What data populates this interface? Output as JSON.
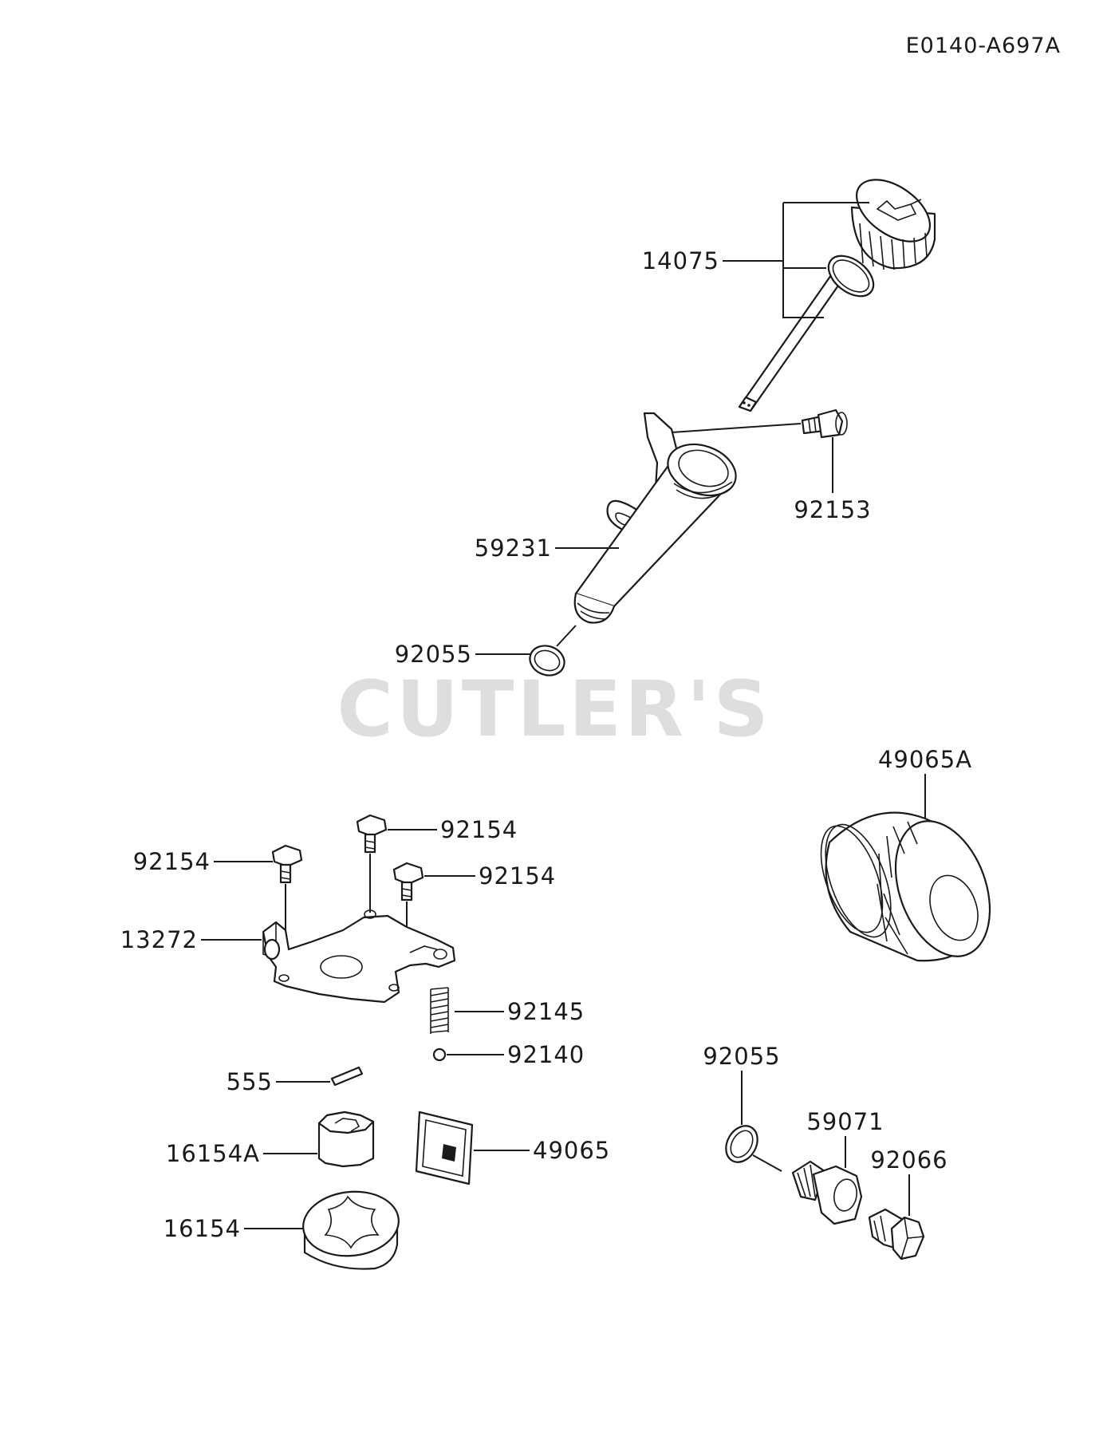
{
  "diagram_ref": "E0140-A697A",
  "watermark": "CUTLER'S",
  "parts": {
    "p14075": "14075",
    "p92153": "92153",
    "p59231": "59231",
    "p92055_upper": "92055",
    "p49065A": "49065A",
    "p92154_a": "92154",
    "p92154_b": "92154",
    "p92154_c": "92154",
    "p13272": "13272",
    "p92145": "92145",
    "p92140": "92140",
    "p555": "555",
    "p16154A": "16154A",
    "p49065": "49065",
    "p16154": "16154",
    "p92055_lower": "92055",
    "p59071": "59071",
    "p92066": "92066"
  }
}
